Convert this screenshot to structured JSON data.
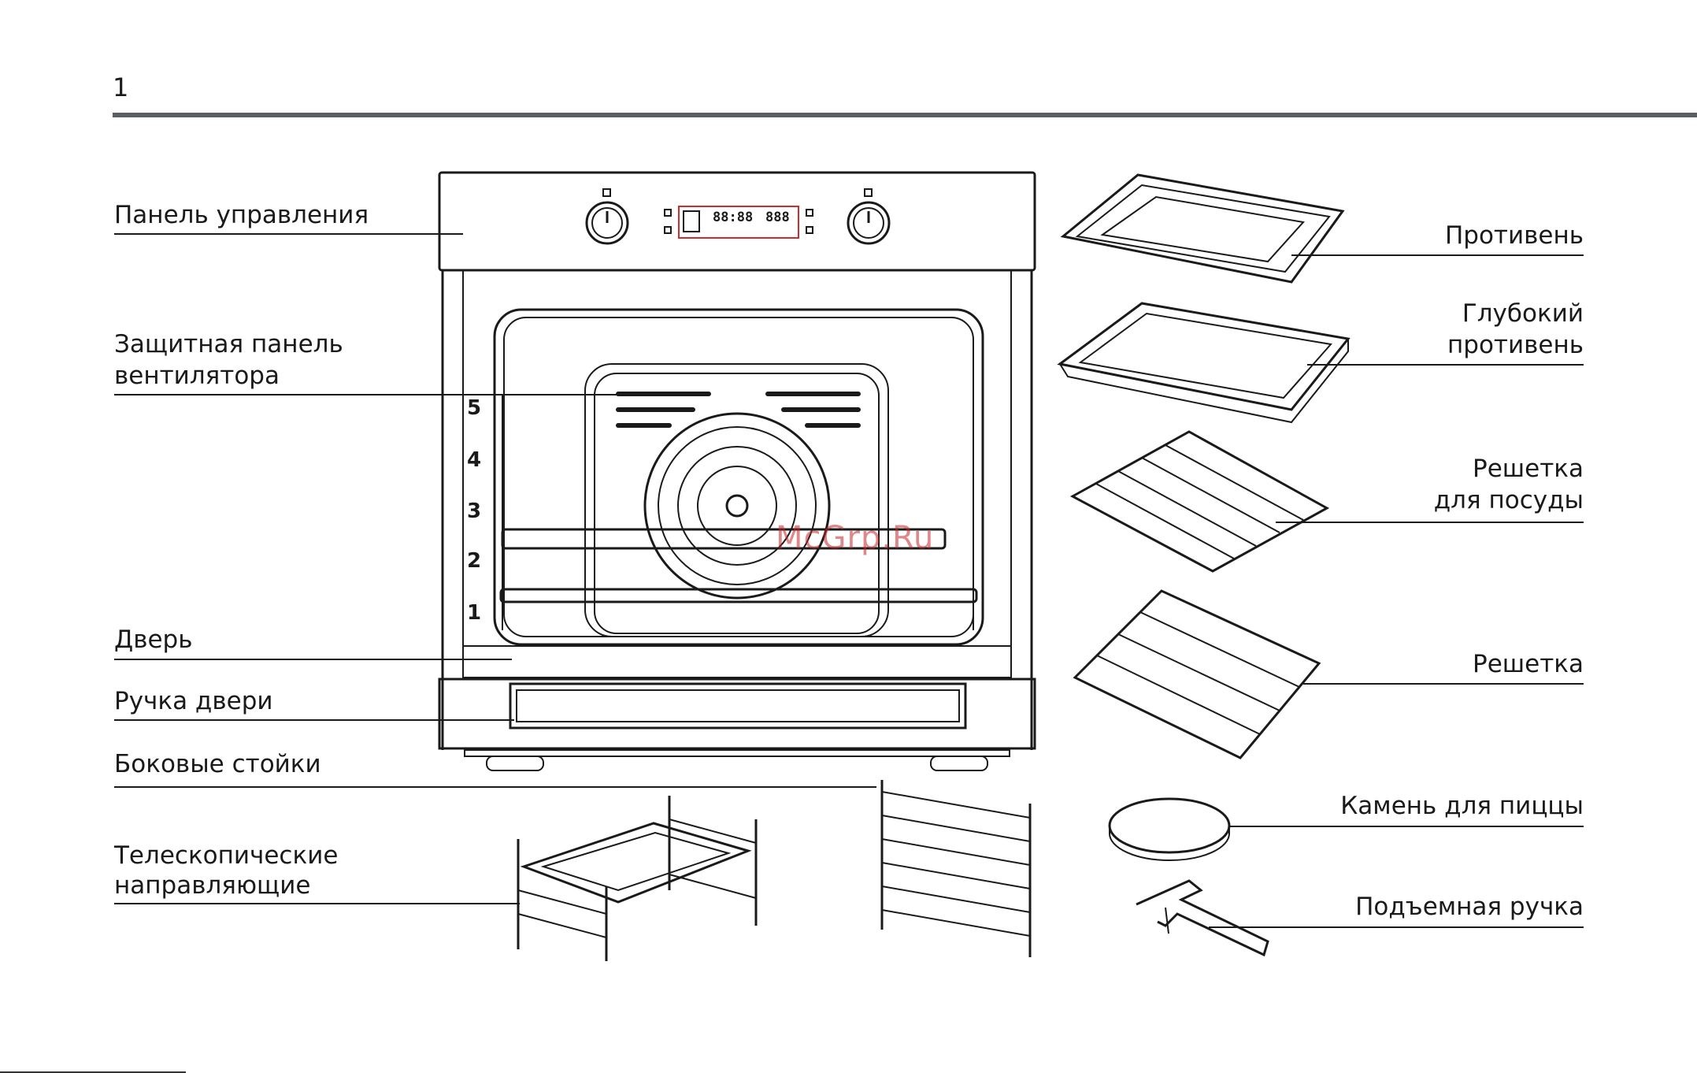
{
  "page_number": "1",
  "watermark": "McGrp.Ru",
  "rack_levels": [
    "5",
    "4",
    "3",
    "2",
    "1"
  ],
  "display": {
    "time": "88:88",
    "temp": "888"
  },
  "labels_left": [
    {
      "id": "control-panel",
      "text": "Панель управления"
    },
    {
      "id": "fan-guard",
      "lines": [
        "Защитная панель",
        "вентилятора"
      ]
    },
    {
      "id": "door",
      "text": "Дверь"
    },
    {
      "id": "door-handle",
      "text": "Ручка двери"
    },
    {
      "id": "side-racks",
      "text": "Боковые стойки"
    },
    {
      "id": "telescopic-rails",
      "lines": [
        "Телескопические",
        "направляющие"
      ]
    }
  ],
  "labels_right": [
    {
      "id": "baking-tray",
      "text": "Противень"
    },
    {
      "id": "deep-tray",
      "lines": [
        "Глубокий",
        "противень"
      ]
    },
    {
      "id": "dish-rack",
      "lines": [
        "Решетка",
        "для посуды"
      ]
    },
    {
      "id": "grill-rack",
      "text": "Решетка"
    },
    {
      "id": "pizza-stone",
      "text": "Камень для пиццы"
    },
    {
      "id": "lifting-handle",
      "text": "Подъемная ручка"
    }
  ]
}
